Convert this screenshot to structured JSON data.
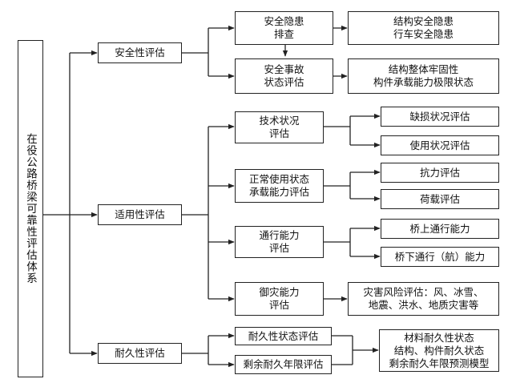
{
  "root": "在役公路桥梁可靠性评估体系",
  "level1": {
    "safety": "安全性评估",
    "suitability": "适用性评估",
    "durability": "耐久性评估"
  },
  "safety": {
    "hazard_check": "安全隐患\n排查",
    "accident_state": "安全事故\n状态评估",
    "hazard_types": "结构安全隐患\n行车安全隐患",
    "limit_states": "结构整体牢固性\n构件承载能力极限状态"
  },
  "suitability": {
    "tech_status": "技术状况\n评估",
    "damage_eval": "缺损状况评估",
    "usage_eval": "使用状况评估",
    "normal_capacity": "正常使用状态\n承载能力评估",
    "resistance_eval": "抗力评估",
    "load_eval": "荷载评估",
    "traffic_capacity": "通行能力\n评估",
    "on_bridge": "桥上通行能力",
    "under_bridge": "桥下通行（航）能力",
    "disaster": "御灾能力\n评估",
    "disaster_risk": "灾害风险评估：风、冰雪、\n地震、洪水、地质灾害等"
  },
  "durability": {
    "state_eval": "耐久性状态评估",
    "remaining_life": "剩余耐久年限评估",
    "models": "材料耐久性状态\n结构、构件耐久状态\n剩余耐久年限预测模型"
  }
}
